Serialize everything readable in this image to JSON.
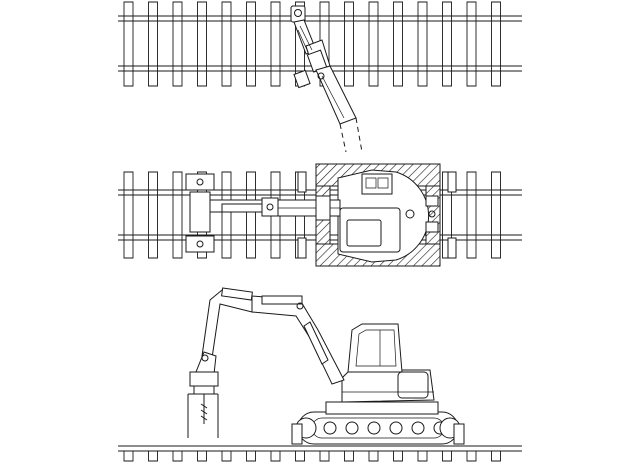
{
  "figure": {
    "views": [
      "top-view-turning",
      "top-view-aligned",
      "side-view"
    ]
  },
  "colors": {
    "line": "#1a1a1a",
    "background": "#ffffff"
  }
}
